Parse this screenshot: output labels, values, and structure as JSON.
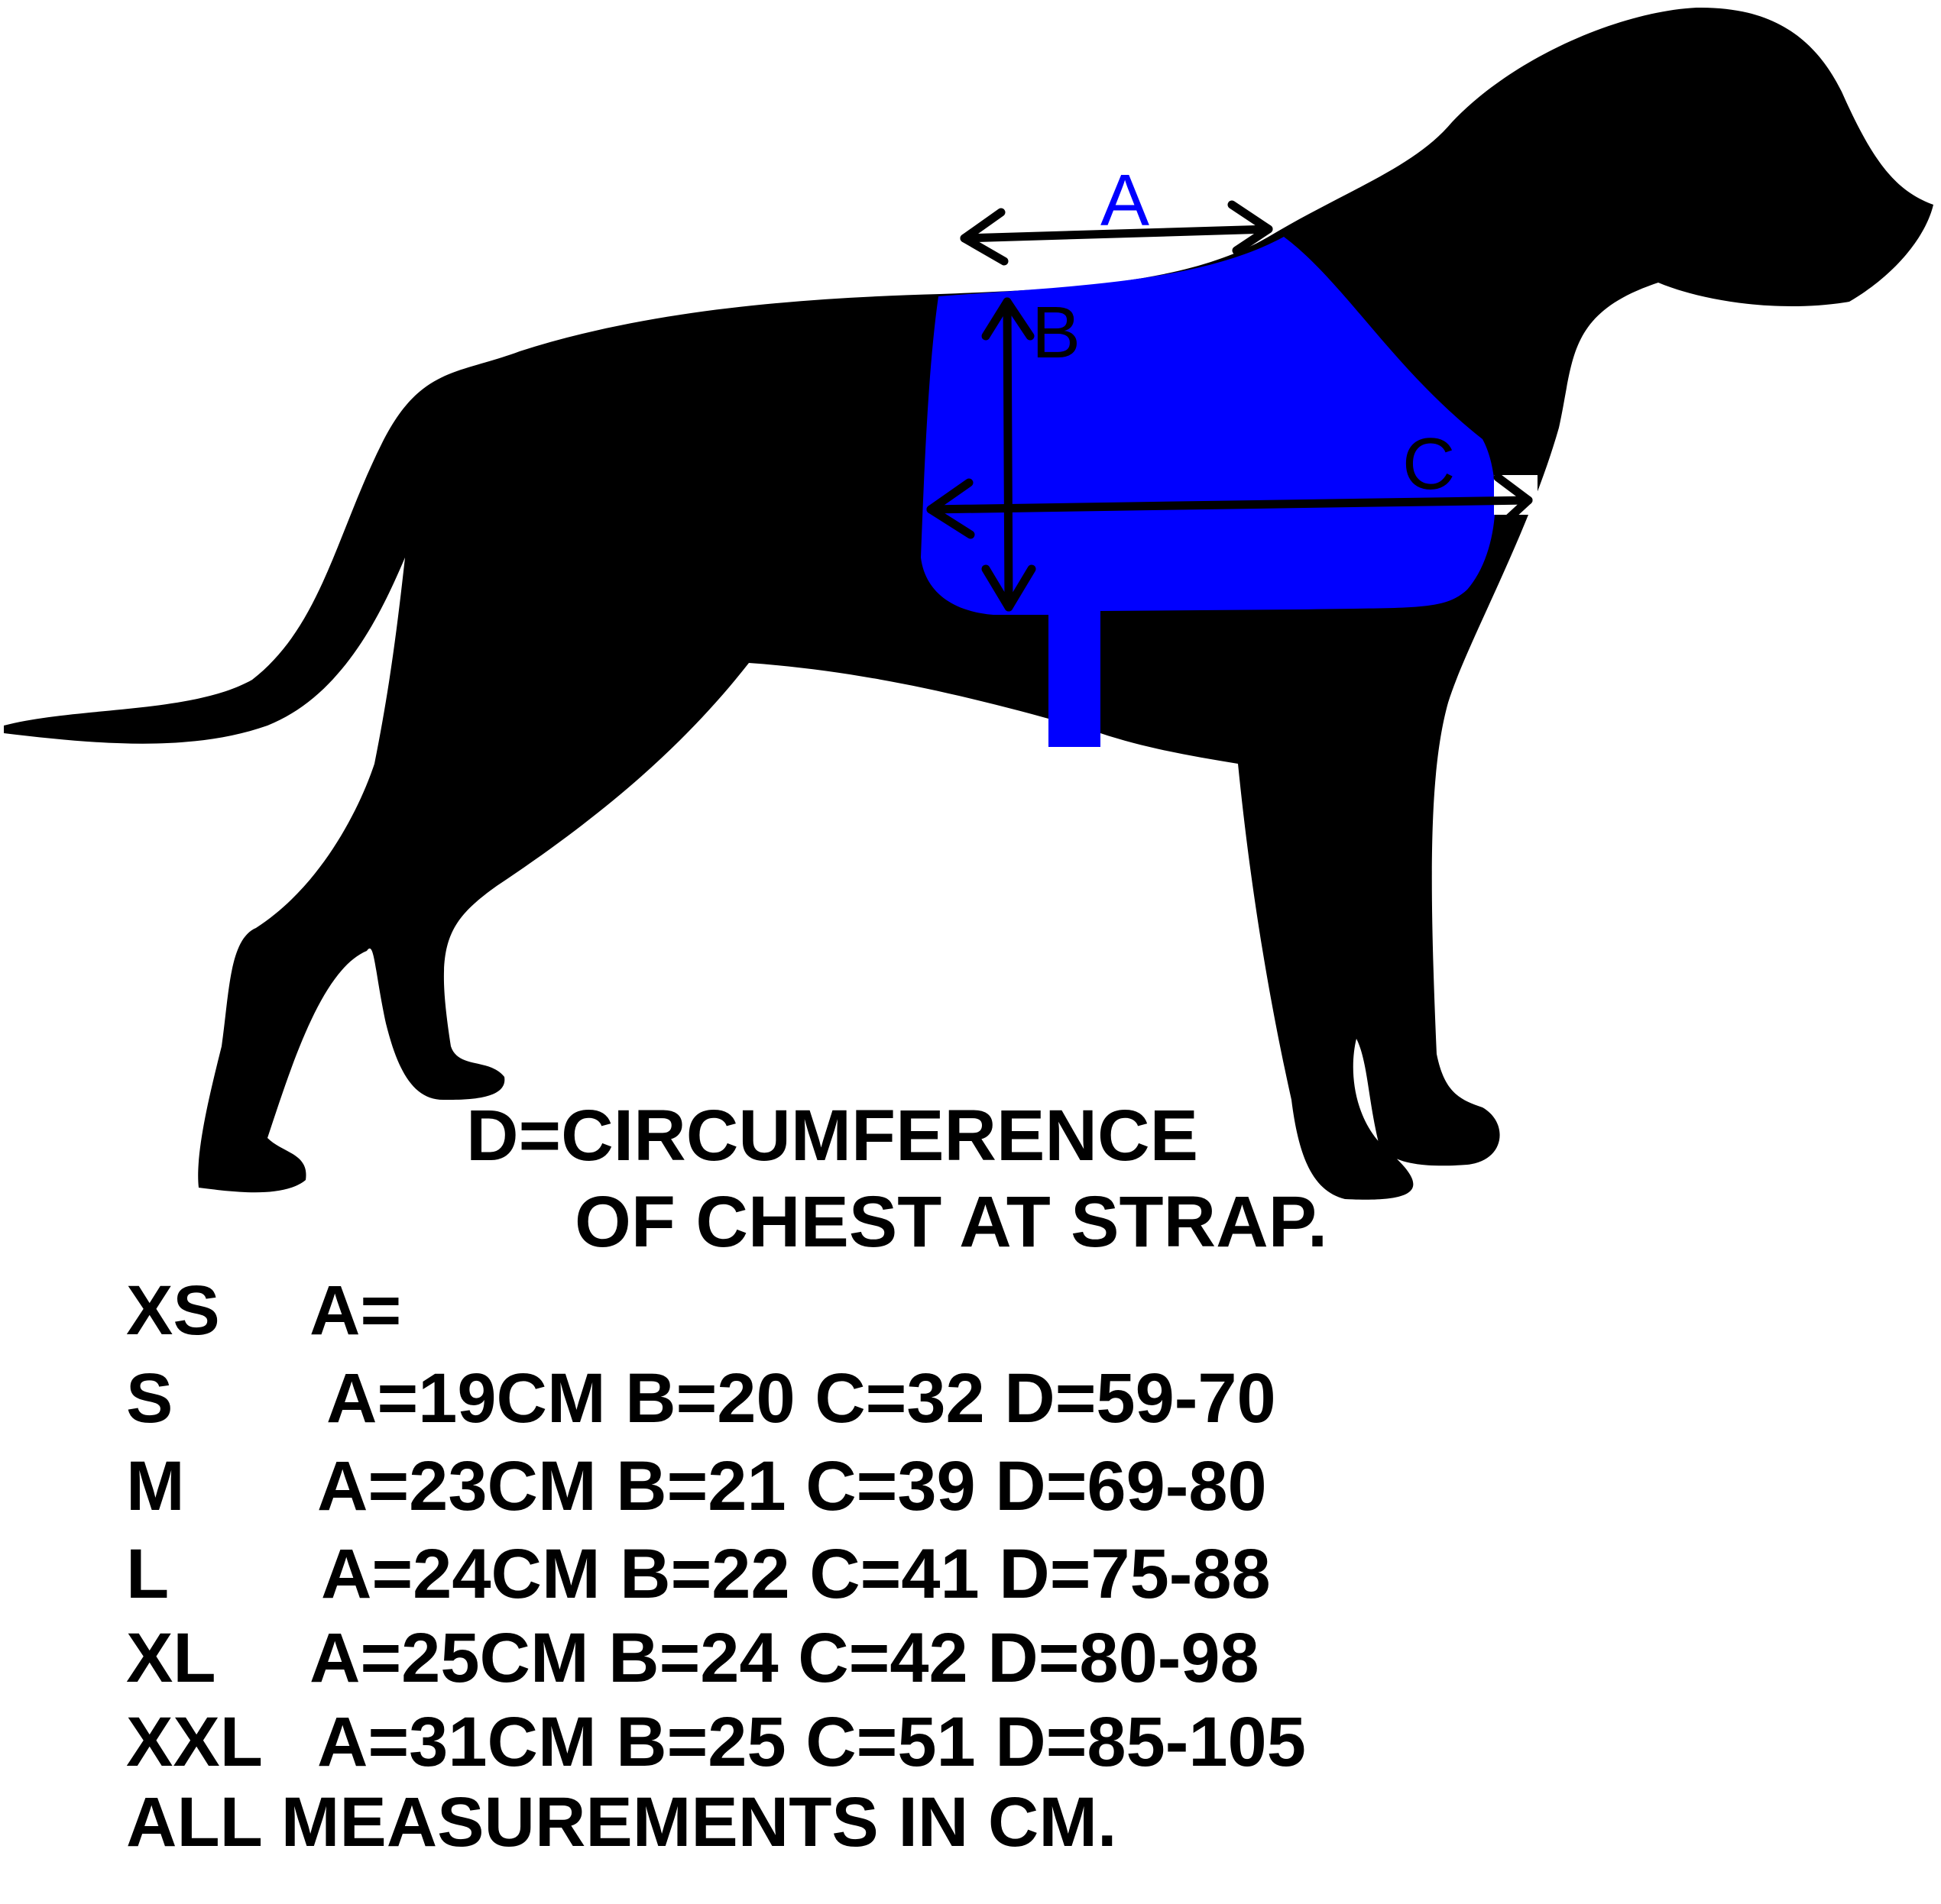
{
  "colors": {
    "silhouette": "#000000",
    "coat": "#0000ff",
    "label_a": "#0000ff",
    "label_other": "#000000"
  },
  "diagram": {
    "labels": {
      "a": "A",
      "b": "B",
      "c": "C"
    }
  },
  "definition": {
    "line1": "D=CIRCUMFERENCE",
    "line2": "OF CHEST AT STRAP."
  },
  "sizes": [
    {
      "size": "XS",
      "spec": "A="
    },
    {
      "size": "S",
      "spec": "A=19CM B=20 C=32 D=59-70"
    },
    {
      "size": "M",
      "spec": "A=23CM B=21 C=39 D=69-80"
    },
    {
      "size": "L",
      "spec": "A=24CM B=22 C=41 D=75-88"
    },
    {
      "size": "XL",
      "spec": "A=25CM B=24 C=42 D=80-98"
    },
    {
      "size": "XXL",
      "spec": "A=31CM B=25 C=51 D=85-105"
    }
  ],
  "footer": "ALL MEASUREMENTS IN CM."
}
